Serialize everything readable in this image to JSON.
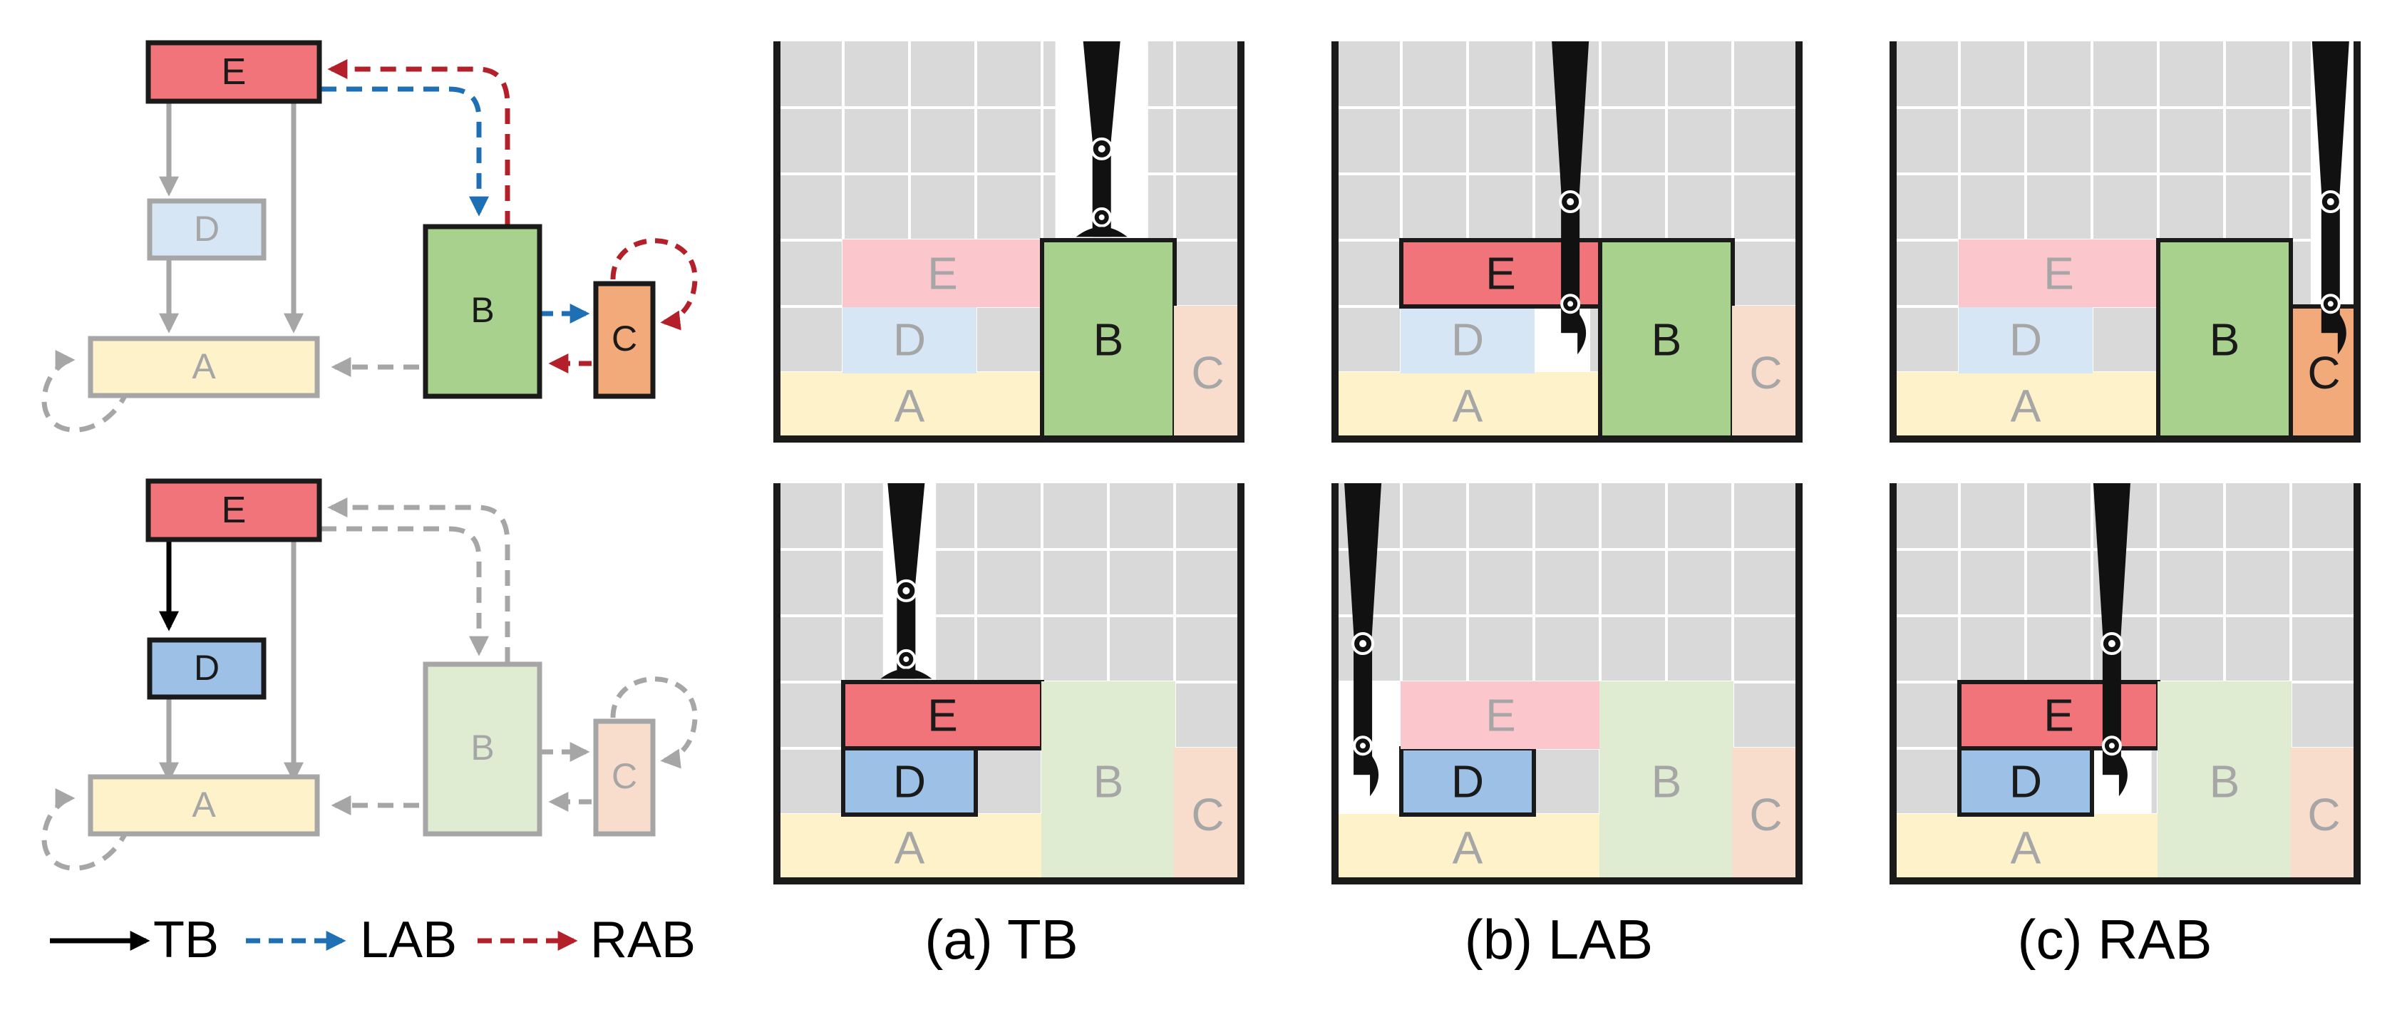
{
  "colors": {
    "A_strong": "#fcecb3",
    "A_faded": "#fdf2ca",
    "B_strong": "#a9d18e",
    "B_faded": "#dfecd2",
    "C_strong": "#f2aa7b",
    "C_faded": "#f8ddcd",
    "D_strong": "#9cc0e6",
    "D_faded": "#d6e6f5",
    "E_strong": "#f0747a",
    "E_faded": "#fbc7cc",
    "grid_bg": "#d9d9d9",
    "grid_line": "#ffffff",
    "wall": "#1a1a1a",
    "TB": "#000000",
    "LAB": "#1f6fb5",
    "RAB": "#b3202a",
    "gray": "#a6a6a6"
  },
  "graphs": {
    "top": {
      "E": "E",
      "D": "D",
      "A": "A",
      "B": "B",
      "C": "C"
    },
    "bottom": {
      "E": "E",
      "D": "D",
      "A": "A",
      "B": "B",
      "C": "C"
    }
  },
  "legend": {
    "tb": "TB",
    "lab": "LAB",
    "rab": "RAB"
  },
  "panels": {
    "tb": {
      "caption": "(a) TB"
    },
    "lab": {
      "caption": "(b) LAB"
    },
    "rab": {
      "caption": "(c) RAB"
    }
  },
  "box_labels": {
    "A": "A",
    "B": "B",
    "C": "C",
    "D": "D",
    "E": "E"
  }
}
